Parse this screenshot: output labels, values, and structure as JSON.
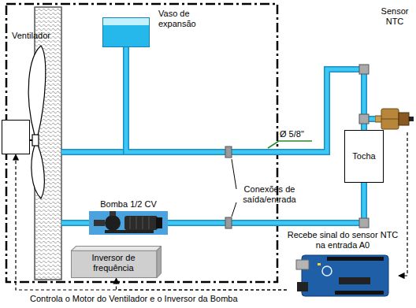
{
  "diagram": {
    "nodes": [
      {
        "text": [
          "Ventilador"
        ]
      },
      {
        "text": [
          "Vaso de expansão"
        ]
      },
      {
        "text": [
          "Bomba 1/2 CV"
        ]
      },
      {
        "text": [
          "Inversor de frequência"
        ]
      },
      {
        "text": [
          "Sensor NTC"
        ]
      },
      {
        "text": [
          "Tocha"
        ]
      },
      {
        "text": [
          "Recebe sinal do sensor NTC na entrada A0"
        ]
      }
    ],
    "edges": [
      {
        "from": 1,
        "to": 5,
        "arrow": "none"
      },
      {
        "from": 2,
        "to": 5,
        "arrow": "none"
      },
      {
        "from": 4,
        "to": 6,
        "arrow": "to"
      },
      {
        "from": 6,
        "to": 0,
        "arrow": "to"
      },
      {
        "from": 6,
        "to": 3,
        "arrow": "to"
      }
    ],
    "labels": [
      "Ø 5/8\"",
      "Conexões de saída/entrada",
      "Controla o Motor do Ventilador e o Inversor da Bomba"
    ]
  }
}
